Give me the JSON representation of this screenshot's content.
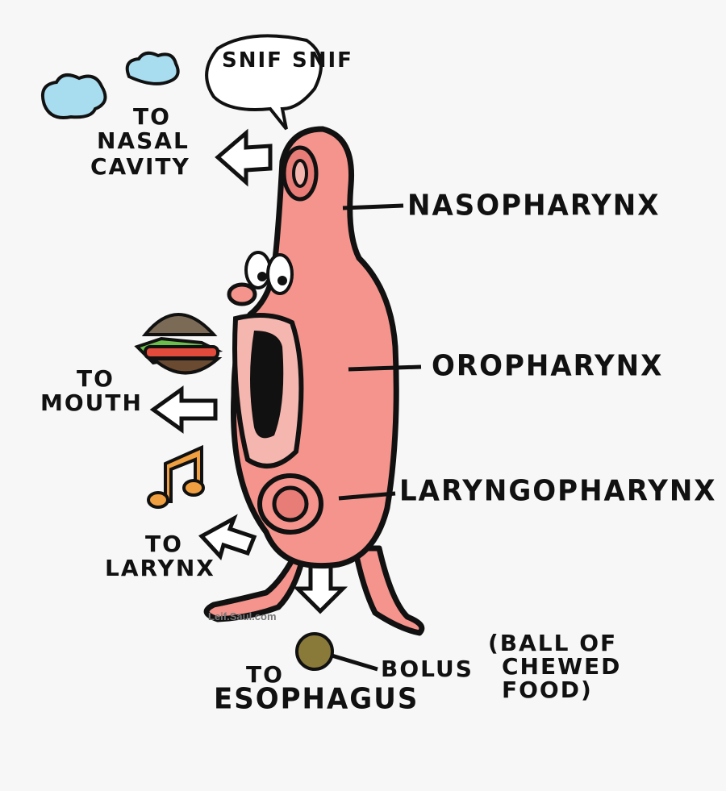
{
  "speech_bubble": "SNIF SNIF",
  "labels": {
    "nasopharynx": "NASOPHARYNX",
    "oropharynx": "OROPHARYNX",
    "laryngopharynx": "LARYNGOPHARYNX",
    "to_nasal_cavity": [
      "TO",
      "NASAL",
      "CAVITY"
    ],
    "to_mouth": [
      "TO",
      "MOUTH"
    ],
    "to_larynx": [
      "TO",
      "LARYNX"
    ],
    "to_esophagus": [
      "TO",
      "ESOPHAGUS"
    ],
    "bolus": "BOLUS",
    "bolus_note": [
      "(BALL OF",
      "CHEWED",
      "FOOD)"
    ]
  },
  "watermark": "Leif.Saul.com",
  "colors": {
    "body": "#f4948c",
    "outline": "#111111",
    "cloud": "#a8dcef",
    "note": "#f0a040",
    "bolus": "#8a7a3a",
    "background": "#f7f7f7"
  }
}
